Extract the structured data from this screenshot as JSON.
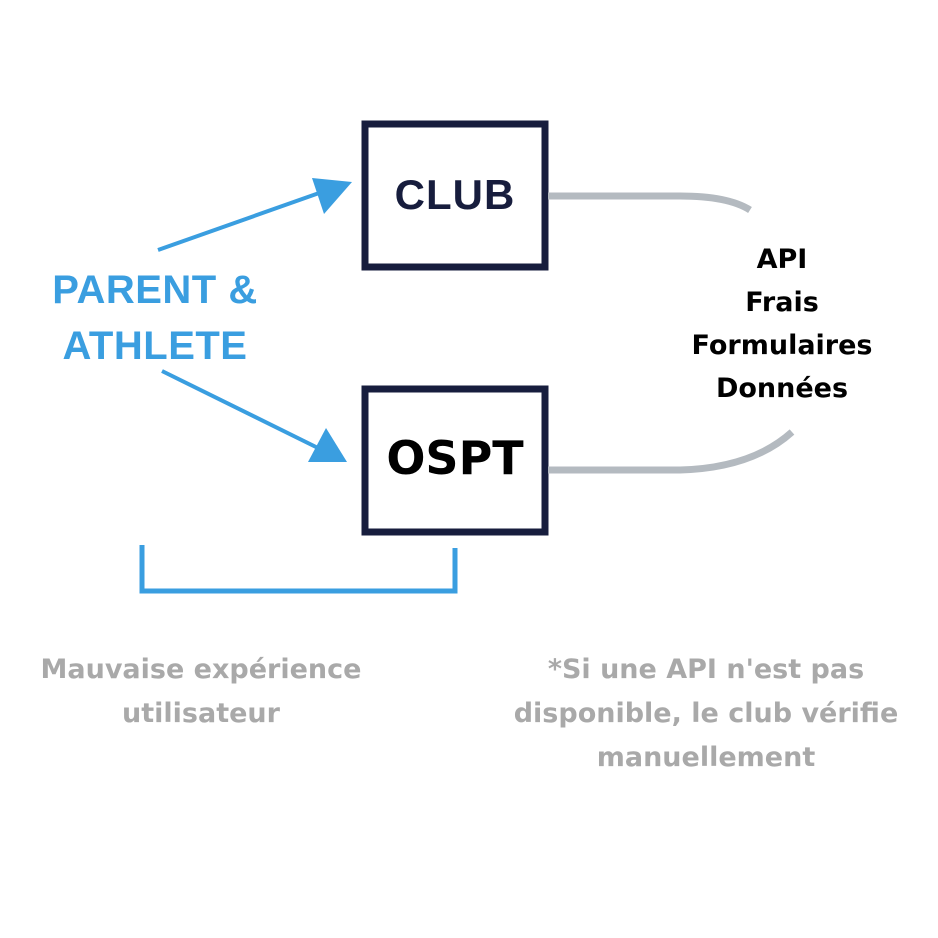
{
  "parent_label": {
    "line1": "PARENT &",
    "line2": "ATHLETE"
  },
  "boxes": {
    "club": "CLUB",
    "ospt": "OSPT"
  },
  "api_list": [
    "API",
    "Frais",
    "Formulaires",
    "Données"
  ],
  "notes": {
    "bad_ux": [
      "Mauvaise expérience",
      "utilisateur"
    ],
    "api_unavailable": [
      "*Si une API n'est pas",
      "disponible, le club vérifie",
      "manuellement"
    ]
  },
  "colors": {
    "blue": "#3a9ee0",
    "navy": "#171d3d",
    "connector_gray": "#b4bac0",
    "note_gray": "#a9a9a9"
  }
}
